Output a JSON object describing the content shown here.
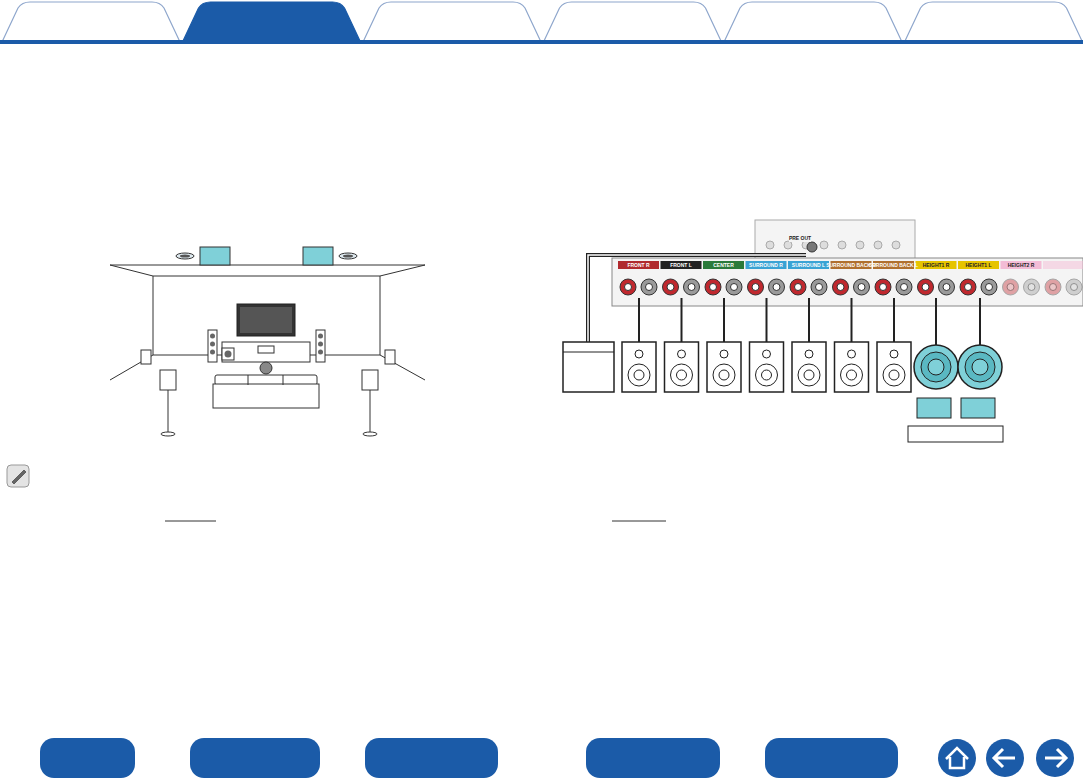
{
  "diagram": {
    "labels": [
      "FRONT R",
      "FRONT L",
      "CENTER",
      "SURROUND R",
      "SURROUND L",
      "SURROUND BACK R",
      "SURROUND BACK L",
      "HEIGHT1 R",
      "HEIGHT1 L",
      "HEIGHT2 R",
      "PRE OUT"
    ]
  }
}
